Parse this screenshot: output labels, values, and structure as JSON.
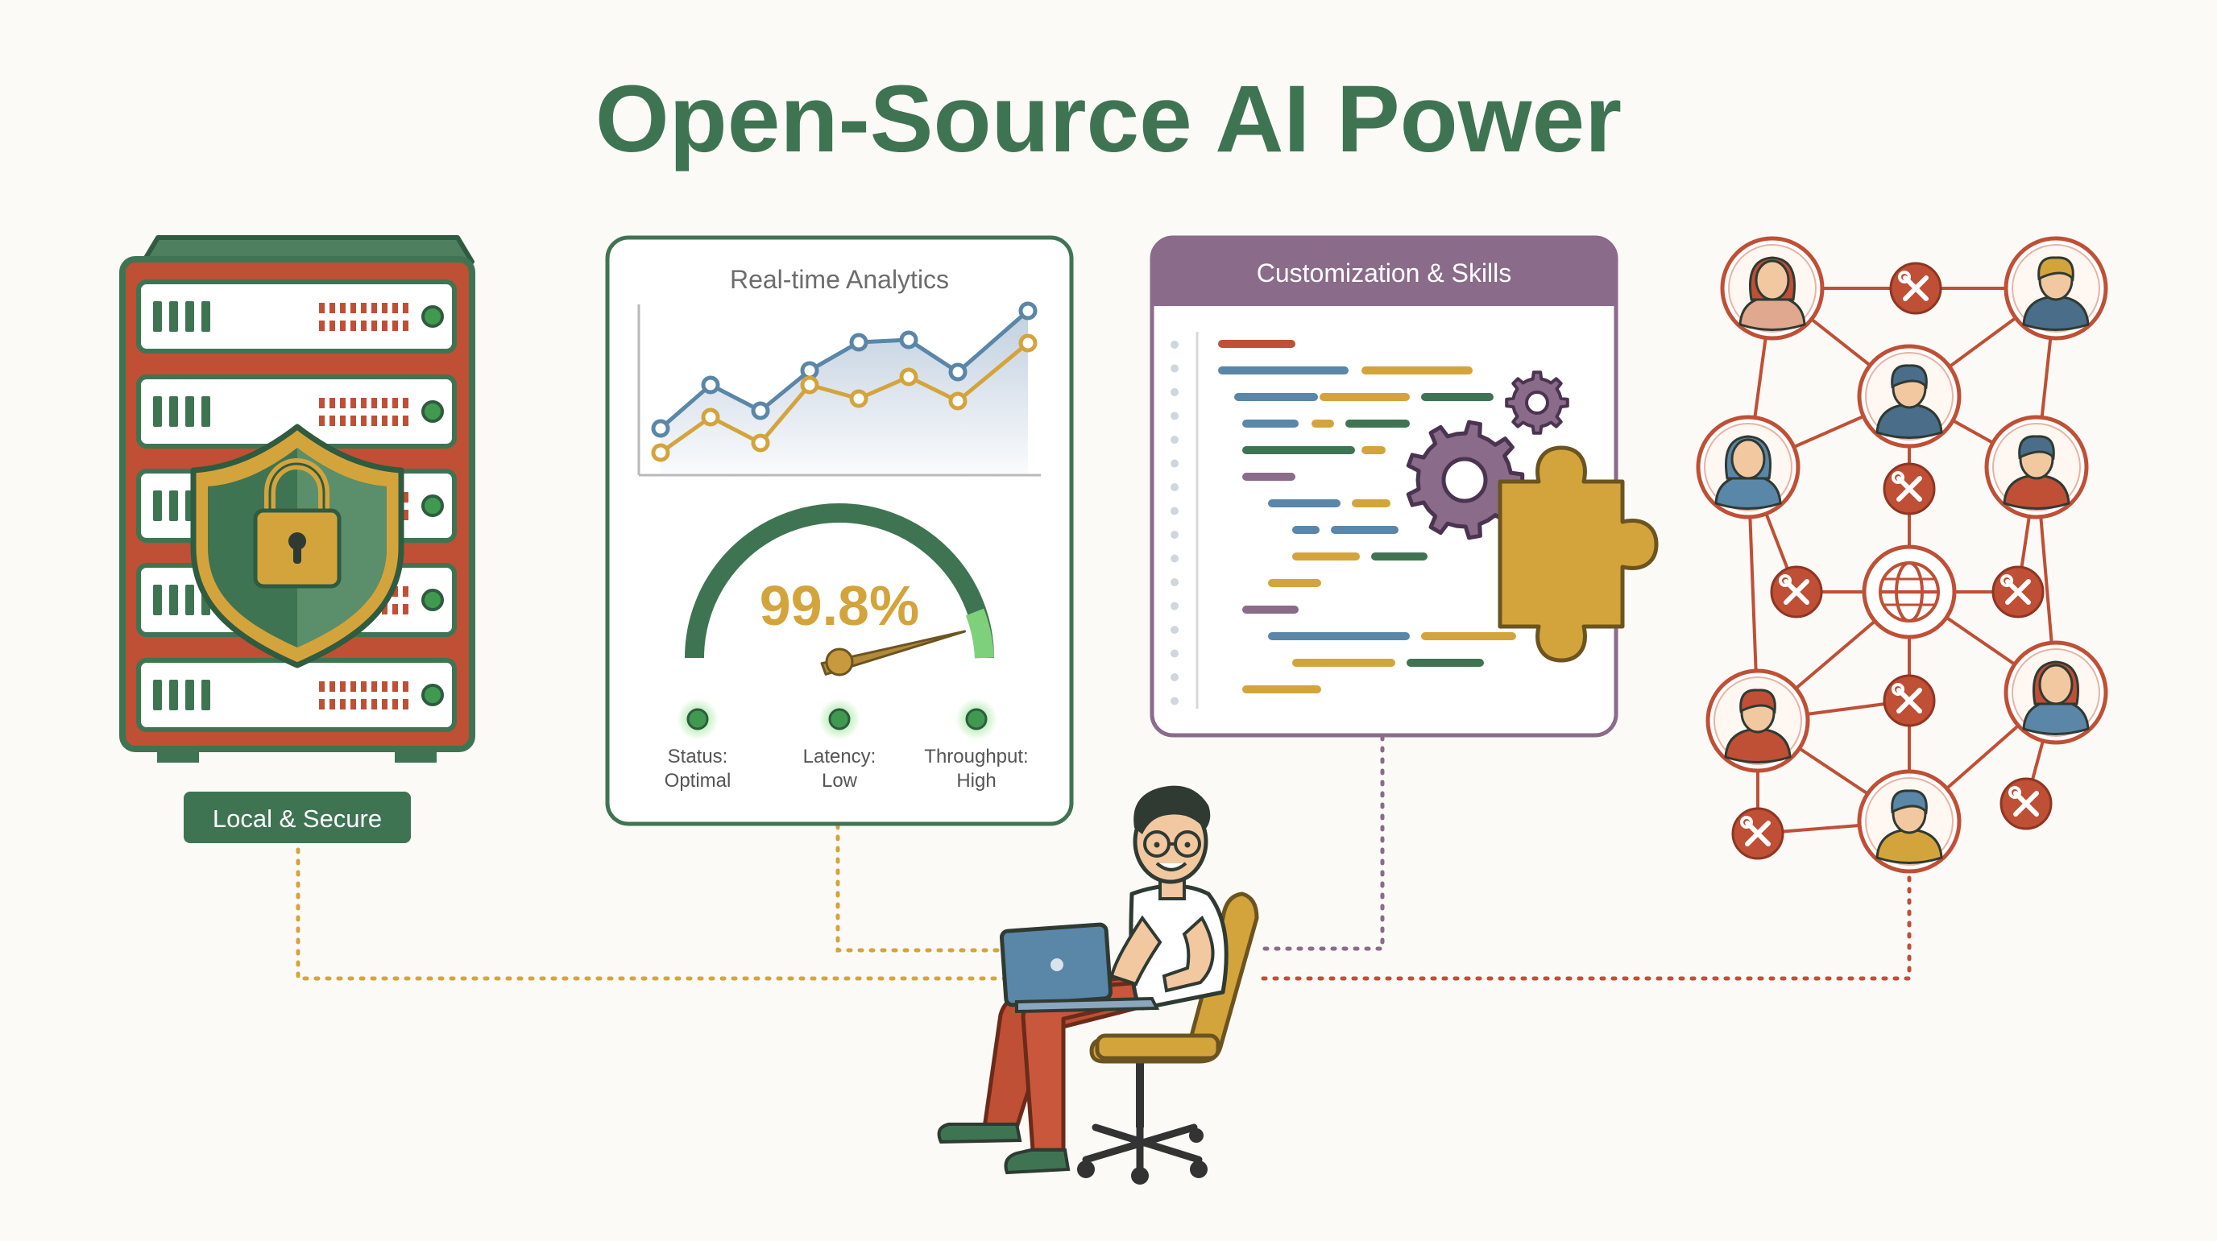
{
  "title": "Open-Source AI Power",
  "colors": {
    "green": "#3f7453",
    "red": "#bf4f35",
    "gold": "#d4a43c",
    "purple": "#8a6b8a",
    "blue": "#5a86a8",
    "ink": "#2f3a33",
    "bg": "#fbfaf7"
  },
  "server": {
    "badge": "Local & Secure",
    "icons": [
      "server-rack-icon",
      "shield-icon",
      "padlock-icon"
    ]
  },
  "analytics": {
    "title": "Real-time Analytics",
    "gauge_value": "99.8%",
    "gauge_level": 0.93,
    "statuses": [
      {
        "label": "Status:",
        "value": "Optimal"
      },
      {
        "label": "Latency:",
        "value": "Low"
      },
      {
        "label": "Throughput:",
        "value": "High"
      }
    ]
  },
  "customization": {
    "title": "Customization & Skills",
    "icons": [
      "gear-icon",
      "puzzle-piece-icon",
      "code-lines-icon"
    ]
  },
  "community": {
    "icons": [
      "person-icon",
      "wrench-screwdriver-icon",
      "globe-icon"
    ]
  },
  "user": {
    "icons": [
      "developer-with-laptop-icon",
      "chair-icon"
    ]
  }
}
